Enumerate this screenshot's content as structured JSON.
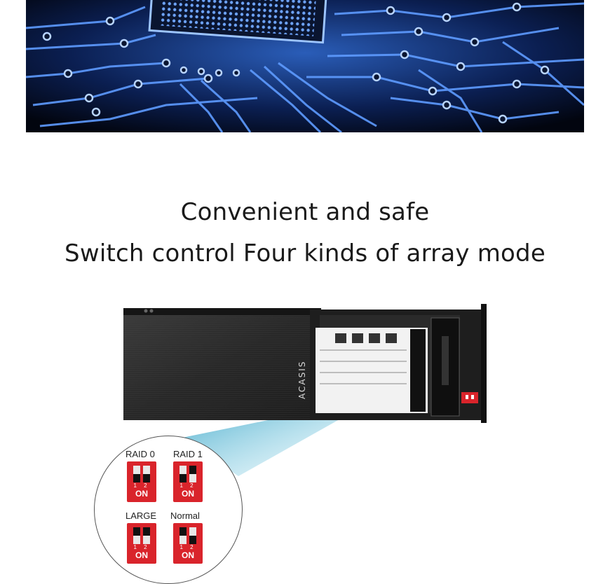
{
  "headline": {
    "line1": "Convenient and safe",
    "line2": "Switch control Four kinds of array mode"
  },
  "device": {
    "brand": "ACASIS"
  },
  "switches": [
    {
      "label": "RAID 0",
      "positions": [
        "down",
        "down"
      ],
      "nums": "1 2",
      "on": "ON"
    },
    {
      "label": "RAID 1",
      "positions": [
        "down",
        "up"
      ],
      "nums": "1 2",
      "on": "ON"
    },
    {
      "label": "LARGE",
      "positions": [
        "up",
        "up"
      ],
      "nums": "1 2",
      "on": "ON"
    },
    {
      "label": "Normal",
      "positions": [
        "up",
        "down"
      ],
      "nums": "1 2",
      "on": "ON"
    }
  ],
  "colors": {
    "banner_bg": "#04081a",
    "circuit": "#3f7fe0",
    "switch_red": "#d9242b",
    "device_body": "#2a2a2a"
  }
}
